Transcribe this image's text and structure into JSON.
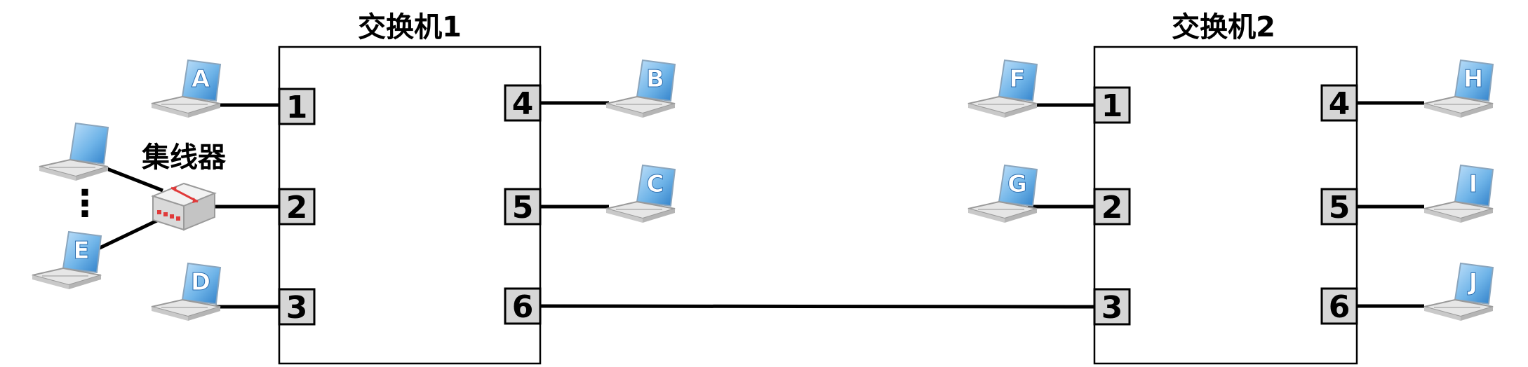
{
  "switches": [
    {
      "title": "交换机1",
      "ports": [
        "1",
        "2",
        "3",
        "4",
        "5",
        "6"
      ]
    },
    {
      "title": "交换机2",
      "ports": [
        "1",
        "2",
        "3",
        "4",
        "5",
        "6"
      ]
    }
  ],
  "hub": {
    "label": "集线器",
    "dots": "⋮"
  },
  "computers": [
    "A",
    "B",
    "C",
    "D",
    "E",
    "F",
    "G",
    "H",
    "I",
    "J"
  ],
  "colors": {
    "screen": "#6fb4e8",
    "screen_dark": "#2e6fb0",
    "hub_accent": "#e03a3a"
  }
}
